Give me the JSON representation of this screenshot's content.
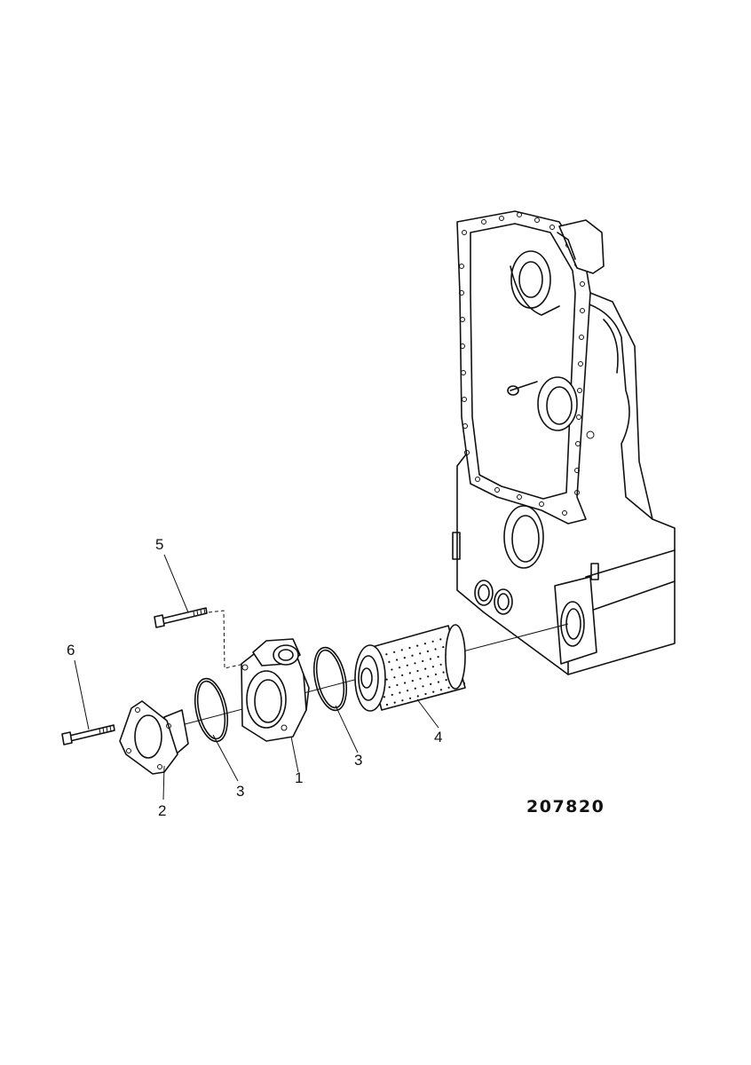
{
  "figure": {
    "drawing_number": "207820",
    "callouts": [
      {
        "id": "1",
        "label": "1"
      },
      {
        "id": "2",
        "label": "2"
      },
      {
        "id": "3a",
        "label": "3"
      },
      {
        "id": "3b",
        "label": "3"
      },
      {
        "id": "4",
        "label": "4"
      },
      {
        "id": "5",
        "label": "5"
      },
      {
        "id": "6",
        "label": "6"
      }
    ]
  }
}
